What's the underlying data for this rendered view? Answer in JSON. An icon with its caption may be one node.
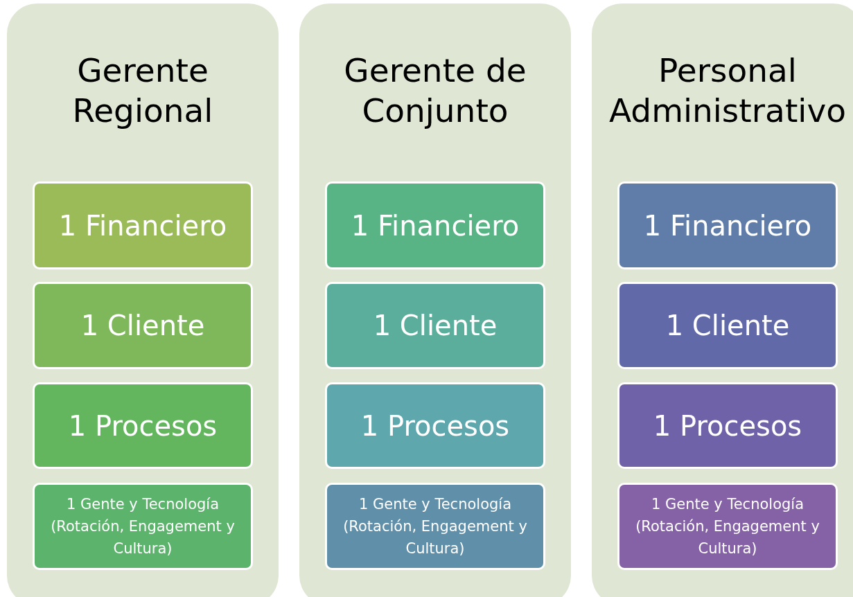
{
  "diagram": {
    "nodes": [
      {
        "text": [
          "Gerente Regional"
        ]
      },
      {
        "text": [
          "1 Financiero"
        ],
        "in": 0
      },
      {
        "text": [
          "1 Cliente"
        ],
        "in": 0
      },
      {
        "text": [
          "1 Procesos"
        ],
        "in": 0
      },
      {
        "text": [
          "1 Gente y Tecnología (Rotación, Engagement y Cultura)"
        ],
        "in": 0
      },
      {
        "text": [
          "Gerente de Conjunto"
        ]
      },
      {
        "text": [
          "1 Financiero"
        ],
        "in": 5
      },
      {
        "text": [
          "1 Cliente"
        ],
        "in": 5
      },
      {
        "text": [
          "1 Procesos"
        ],
        "in": 5
      },
      {
        "text": [
          "1 Gente y Tecnología (Rotación, Engagement y Cultura)"
        ],
        "in": 5
      },
      {
        "text": [
          "Personal Administrativo"
        ]
      },
      {
        "text": [
          "1 Financiero"
        ],
        "in": 10
      },
      {
        "text": [
          "1 Cliente"
        ],
        "in": 10
      },
      {
        "text": [
          "1 Procesos"
        ],
        "in": 10
      },
      {
        "text": [
          "1 Gente y Tecnología (Rotación, Engagement y Cultura)"
        ],
        "in": 10
      }
    ],
    "edges": []
  }
}
